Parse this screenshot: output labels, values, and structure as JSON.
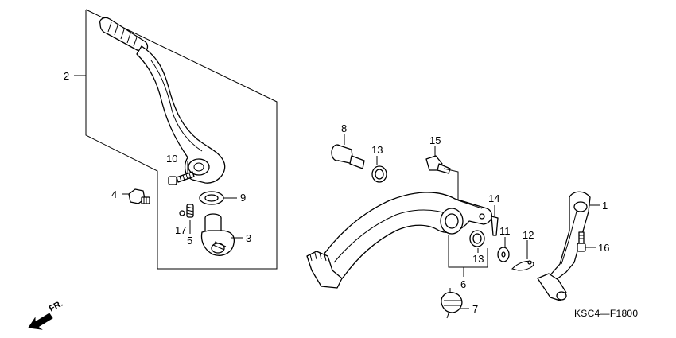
{
  "callouts": {
    "c1": "1",
    "c2": "2",
    "c3": "3",
    "c4": "4",
    "c5": "5",
    "c6": "6",
    "c7": "7",
    "c8": "8",
    "c9": "9",
    "c10": "10",
    "c11": "11",
    "c12": "12",
    "c13a": "13",
    "c13b": "13",
    "c14": "14",
    "c15": "15",
    "c16": "16",
    "c17": "17"
  },
  "diagram_code": "KSC4—F1800",
  "direction_label": "FR.",
  "icons": {
    "front_arrow": "front-direction-arrow-icon"
  }
}
